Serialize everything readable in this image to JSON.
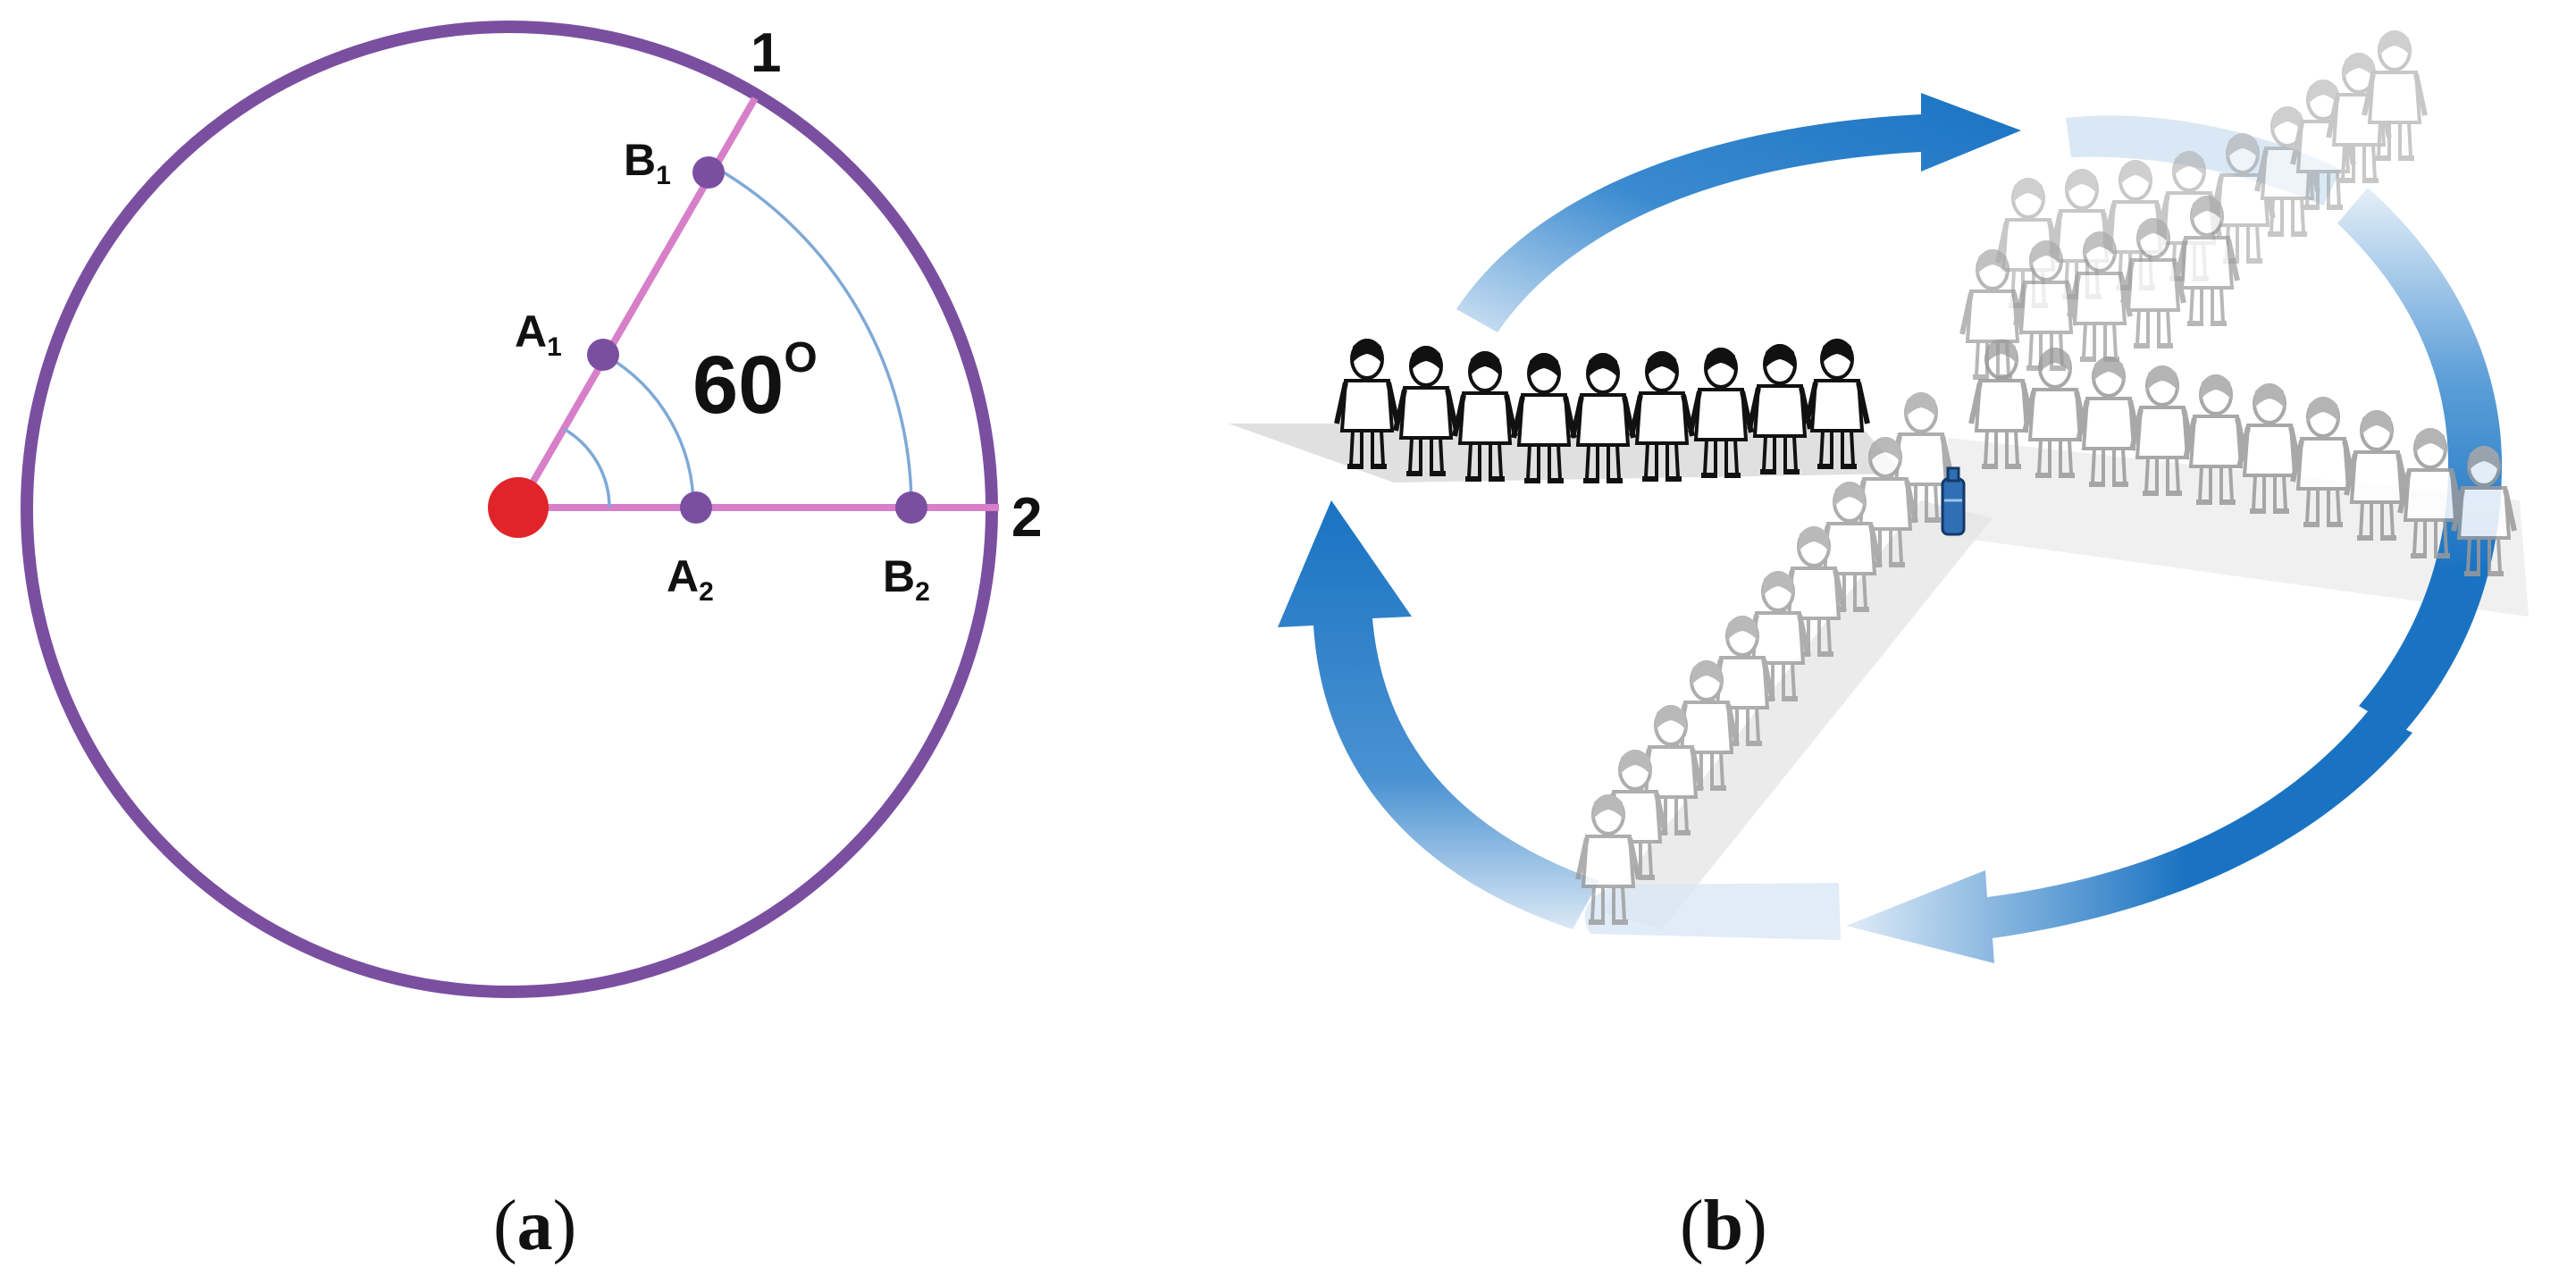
{
  "panel_a": {
    "labels": {
      "ray1": "1",
      "ray2": "2",
      "B1": "B",
      "B1_sub": "1",
      "A1": "A",
      "A1_sub": "1",
      "A2": "A",
      "A2_sub": "2",
      "B2": "B",
      "B2_sub": "2",
      "angle": "60",
      "angle_sup": "O"
    },
    "colors": {
      "circle": "#7b4fa0",
      "rays": "#d77fc9",
      "points": "#7b4fa0",
      "center": "#e0242a",
      "arcs": "#7fa9d6"
    },
    "caption_open": "(",
    "caption_letter": "a",
    "caption_close": ")"
  },
  "panel_b": {
    "colors": {
      "arrow": "#1a73c2",
      "arrow_light": "#cfe2f3",
      "figure_dark": "#111111",
      "figure_faded": "#a9a9a9",
      "bottle": "#2f6fb3"
    },
    "caption_open": "(",
    "caption_letter": "b",
    "caption_close": ")"
  }
}
